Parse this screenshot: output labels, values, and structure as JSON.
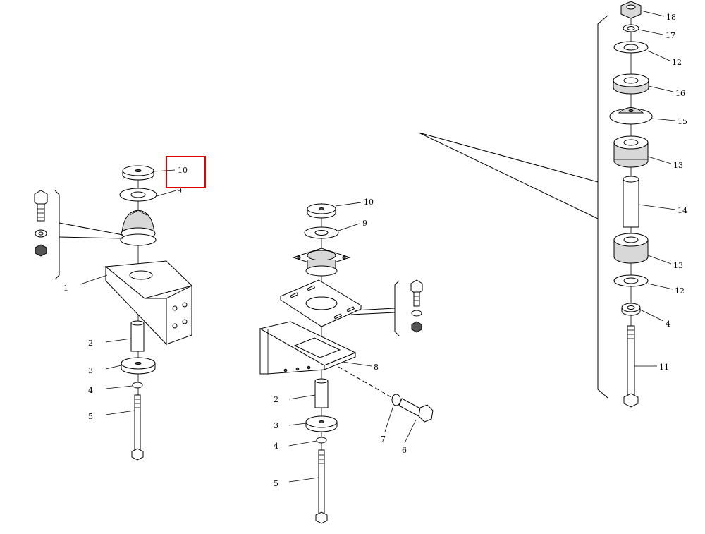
{
  "highlight_color": "#e00000",
  "left_assembly": {
    "callouts": {
      "c10": "10",
      "c9": "9",
      "c1": "1",
      "c2": "2",
      "c3": "3",
      "c4": "4",
      "c5": "5"
    }
  },
  "middle_assembly": {
    "callouts": {
      "c10": "10",
      "c9": "9",
      "c8": "8",
      "c2": "2",
      "c3": "3",
      "c4": "4",
      "c5": "5",
      "c7": "7",
      "c6": "6"
    }
  },
  "right_assembly": {
    "callouts": {
      "c18": "18",
      "c17": "17",
      "c12a": "12",
      "c16": "16",
      "c15": "15",
      "c13a": "13",
      "c14": "14",
      "c13b": "13",
      "c12b": "12",
      "c4": "4",
      "c11": "11"
    }
  }
}
